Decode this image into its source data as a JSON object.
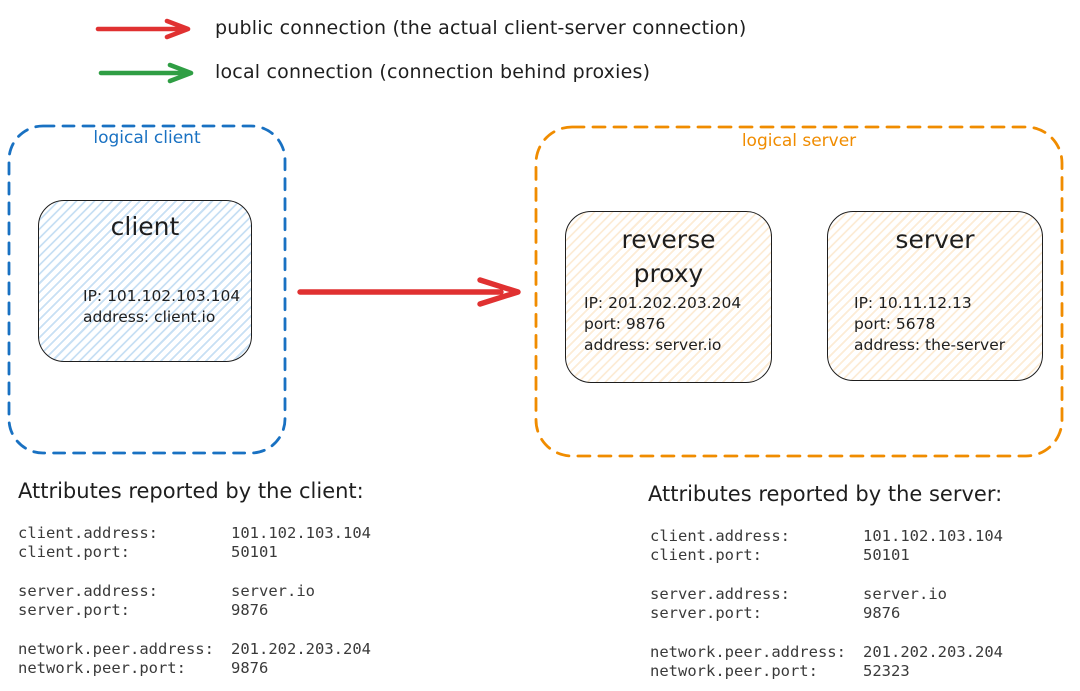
{
  "legend": {
    "items": [
      {
        "name": "public-connection",
        "color": "#e03131",
        "label": "public connection (the actual client-server connection)"
      },
      {
        "name": "local-connection",
        "color": "#2f9e44",
        "label": "local connection (connection behind proxies)"
      }
    ]
  },
  "connection_arrow": {
    "name": "public connection from client to logical server",
    "color": "#e03131"
  },
  "groups": {
    "logical_client": {
      "label": "logical client",
      "color": "#1971c2"
    },
    "logical_server": {
      "label": "logical server",
      "color": "#f08c00"
    }
  },
  "nodes": {
    "client": {
      "title": "client",
      "lines": [
        "IP: 101.102.103.104",
        "address: client.io"
      ]
    },
    "reverse_proxy": {
      "title_lines": [
        "reverse",
        "proxy"
      ],
      "lines": [
        "IP: 201.202.203.204",
        "port: 9876",
        "address: server.io"
      ]
    },
    "server": {
      "title": "server",
      "lines": [
        "IP: 10.11.12.13",
        "port: 5678",
        "address: the-server"
      ]
    }
  },
  "attributes_client": {
    "heading": "Attributes reported by the client:",
    "rows": [
      {
        "key": "client.address:",
        "value": "101.102.103.104"
      },
      {
        "key": "client.port:",
        "value": "50101"
      },
      {
        "key": "server.address:",
        "value": "server.io"
      },
      {
        "key": "server.port:",
        "value": "9876"
      },
      {
        "key": "network.peer.address:",
        "value": "201.202.203.204"
      },
      {
        "key": "network.peer.port:",
        "value": "9876"
      }
    ]
  },
  "attributes_server": {
    "heading": "Attributes reported by the server:",
    "rows": [
      {
        "key": "client.address:",
        "value": "101.102.103.104"
      },
      {
        "key": "client.port:",
        "value": "50101"
      },
      {
        "key": "server.address:",
        "value": "server.io"
      },
      {
        "key": "server.port:",
        "value": "9876"
      },
      {
        "key": "network.peer.address:",
        "value": "201.202.203.204"
      },
      {
        "key": "network.peer.port:",
        "value": "52323"
      }
    ]
  }
}
